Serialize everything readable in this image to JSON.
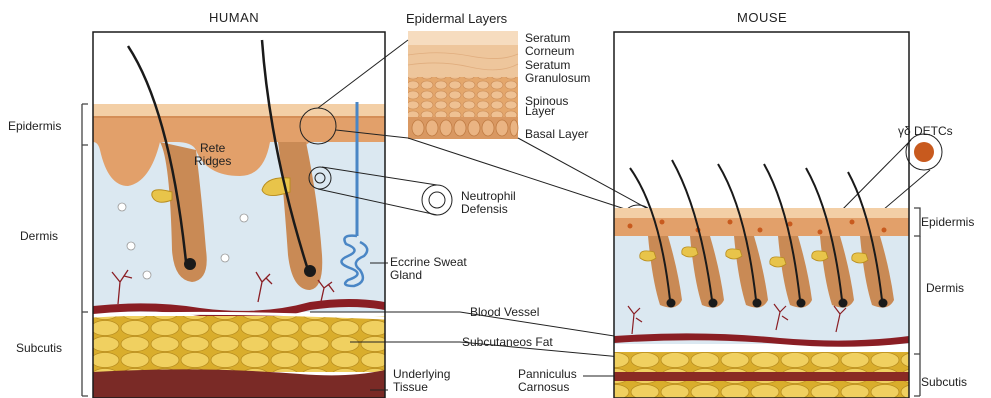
{
  "headers": {
    "human": "HUMAN",
    "mouse": "MOUSE"
  },
  "human_layers": {
    "epidermis": "Epidermis",
    "dermis": "Dermis",
    "subcutis": "Subcutis"
  },
  "mouse_layers": {
    "epidermis": "Epidermis",
    "dermis": "Dermis",
    "subcutis": "Subcutis"
  },
  "epidermal_layers": {
    "title": "Epidermal Layers",
    "stratum_corneum": [
      "Seratum",
      "Corneum"
    ],
    "stratum_granulosum": [
      "Seratum",
      "Granulosum"
    ],
    "spinous_layer": [
      "Spinous",
      "Layer"
    ],
    "basal_layer": "Basal Layer"
  },
  "structures": {
    "rete_ridges": [
      "Rete",
      "Ridges"
    ],
    "neutrophil_defensis": [
      "Neutrophil",
      "Defensis"
    ],
    "eccrine_sweat_gland": [
      "Eccrine Sweat",
      "Gland"
    ],
    "blood_vessel": "Blood Vessel",
    "subcutaneous_fat": "Subcutaneos Fat",
    "underlying_tissue": [
      "Underlying",
      "Tissue"
    ],
    "panniculus_carnosus": [
      "Panniculus",
      "Carnosus"
    ],
    "gd_detcs": "γδ DETCs"
  },
  "colors": {
    "epidermis": "#e8b07f",
    "epidermis_top": "#f3cfa6",
    "follicle": "#c98a55",
    "dermis": "#dbe8f1",
    "fat": "#e8c44a",
    "blood_vessel": "#8a1e24",
    "underlying": "#7a2a26",
    "sweat_gland": "#4a86c5",
    "detc": "#c85a1e"
  }
}
